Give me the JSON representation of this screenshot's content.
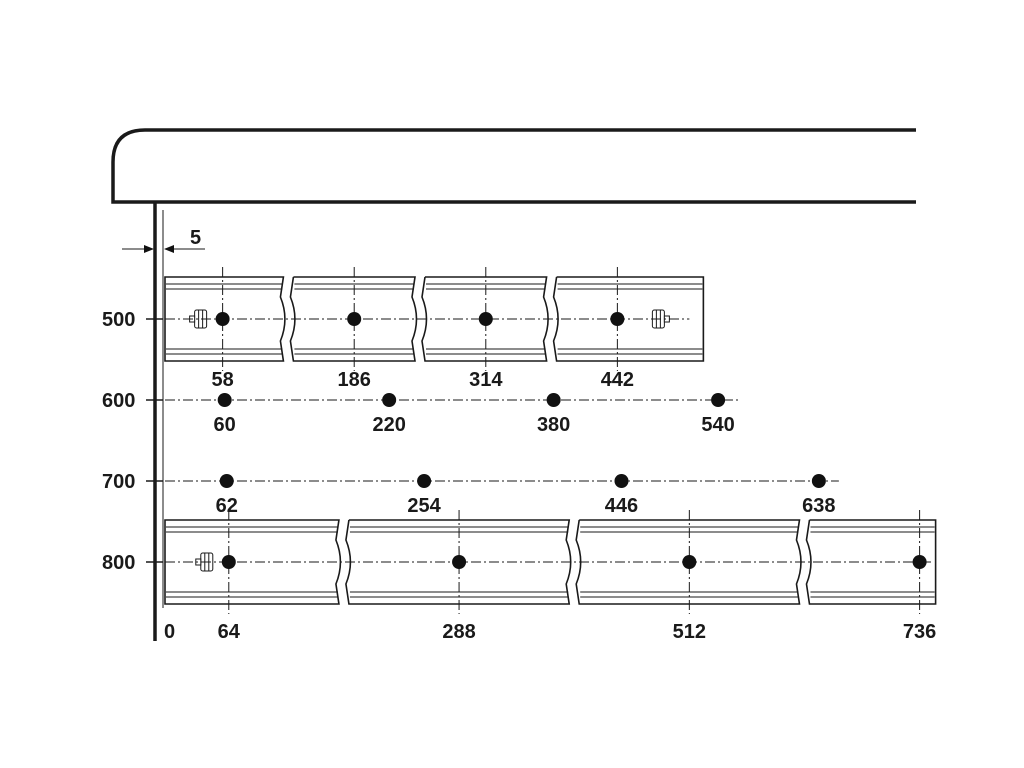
{
  "dimension_5": "5",
  "origin_label": "0",
  "rows": [
    {
      "height": "500",
      "positions": [
        "58",
        "186",
        "314",
        "442"
      ],
      "has_rail": true,
      "brackets": "both"
    },
    {
      "height": "600",
      "positions": [
        "60",
        "220",
        "380",
        "540"
      ],
      "has_rail": false
    },
    {
      "height": "700",
      "positions": [
        "62",
        "254",
        "446",
        "638"
      ],
      "has_rail": false
    },
    {
      "height": "800",
      "positions": [
        "64",
        "288",
        "512",
        "736"
      ],
      "has_rail": true,
      "brackets": "left"
    }
  ]
}
